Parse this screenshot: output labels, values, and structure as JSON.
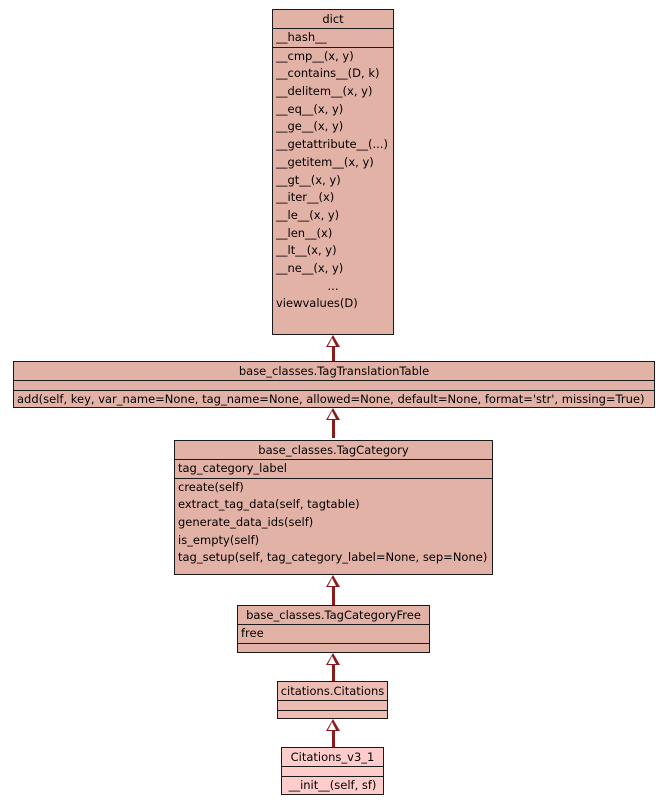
{
  "diagram": {
    "type": "uml-class-diagram",
    "background_color": "#ffffff",
    "box_fill_color": "#e3b2a6",
    "box_fill_color_mid": "#eebcb3",
    "box_fill_color_light": "#ffcccc",
    "border_color": "#1a1a1a",
    "edge_color": "#8b1a1a",
    "relationship": "generalization"
  },
  "classes": {
    "dict": {
      "name": "dict",
      "attributes": [
        "__hash__"
      ],
      "methods": [
        "__cmp__(x, y)",
        "__contains__(D, k)",
        "__delitem__(x, y)",
        "__eq__(x, y)",
        "__ge__(x, y)",
        "__getattribute__(...)",
        "__getitem__(x, y)",
        "__gt__(x, y)",
        "__iter__(x)",
        "__le__(x, y)",
        "__len__(x)",
        "__lt__(x, y)",
        "__ne__(x, y)",
        "...",
        "viewvalues(D)"
      ]
    },
    "tag_translation_table": {
      "name": "base_classes.TagTranslationTable",
      "attributes": [],
      "methods": [
        "add(self, key, var_name=None, tag_name=None, allowed=None, default=None, format='str', missing=True)"
      ]
    },
    "tag_category": {
      "name": "base_classes.TagCategory",
      "attributes": [
        "tag_category_label"
      ],
      "methods": [
        "create(self)",
        "extract_tag_data(self, tagtable)",
        "generate_data_ids(self)",
        "is_empty(self)",
        "tag_setup(self, tag_category_label=None, sep=None)"
      ]
    },
    "tag_category_free": {
      "name": "base_classes.TagCategoryFree",
      "attributes": [
        "free"
      ],
      "methods": []
    },
    "citations": {
      "name": "citations.Citations",
      "attributes": [],
      "methods": []
    },
    "citations_v3_1": {
      "name": "Citations_v3_1",
      "attributes": [],
      "methods": [
        "__init__(self, sf)"
      ]
    }
  }
}
